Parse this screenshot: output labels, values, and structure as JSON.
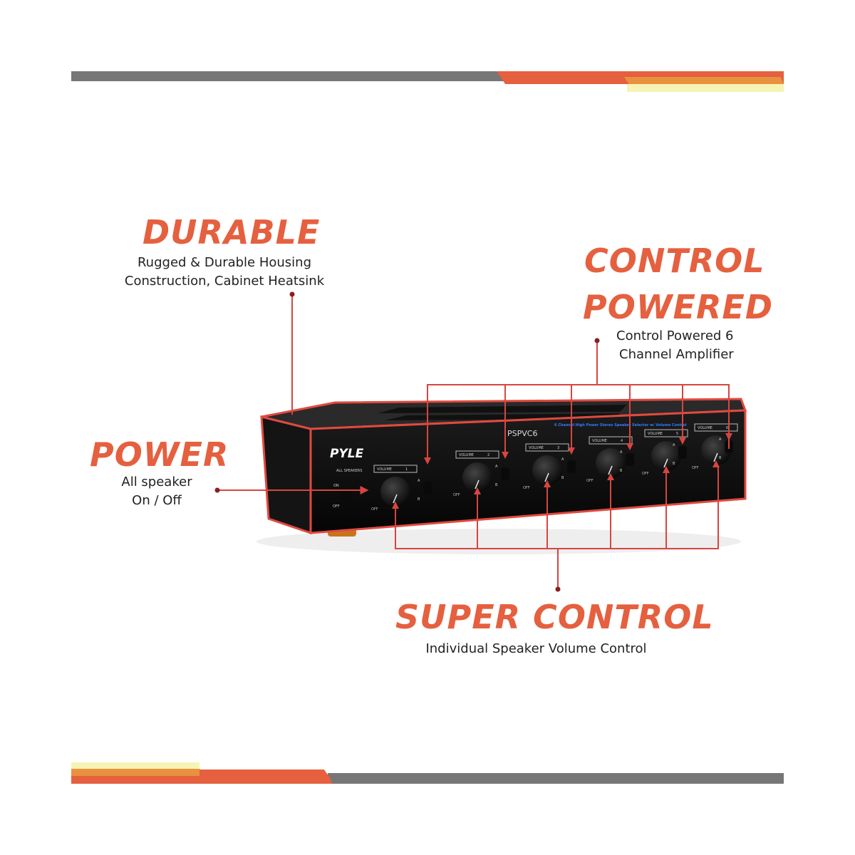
{
  "colors": {
    "accent": "#e5603f",
    "gray": "#777777",
    "amber": "#e8913e",
    "yellow": "#f6f3b4",
    "callout_line": "#d8453f"
  },
  "callouts": {
    "durable": {
      "title": "DURABLE",
      "lines": [
        "Rugged & Durable Housing",
        "Construction, Cabinet Heatsink"
      ]
    },
    "control_powered": {
      "title_line1": "CONTROL",
      "title_line2": "POWERED",
      "lines": [
        "Control Powered 6",
        "Channel Amplifier"
      ]
    },
    "power": {
      "title": "POWER",
      "lines": [
        "All speaker",
        "On / Off"
      ]
    },
    "super_control": {
      "title": "SUPER CONTROL",
      "lines": [
        "Individual Speaker Volume Control"
      ]
    }
  },
  "device": {
    "brand": "PYLE",
    "model": "PSPVC6",
    "description": "6 Channel High Power Stereo Speaker Selector w/ Volume Control",
    "all_speakers_label": "ALL SPEAKERS",
    "on_label": "ON",
    "off_label": "OFF",
    "volume_label": "VOLUME",
    "channels": [
      "1",
      "2",
      "3",
      "4",
      "5",
      "6"
    ],
    "a_label": "A",
    "b_label": "B"
  }
}
